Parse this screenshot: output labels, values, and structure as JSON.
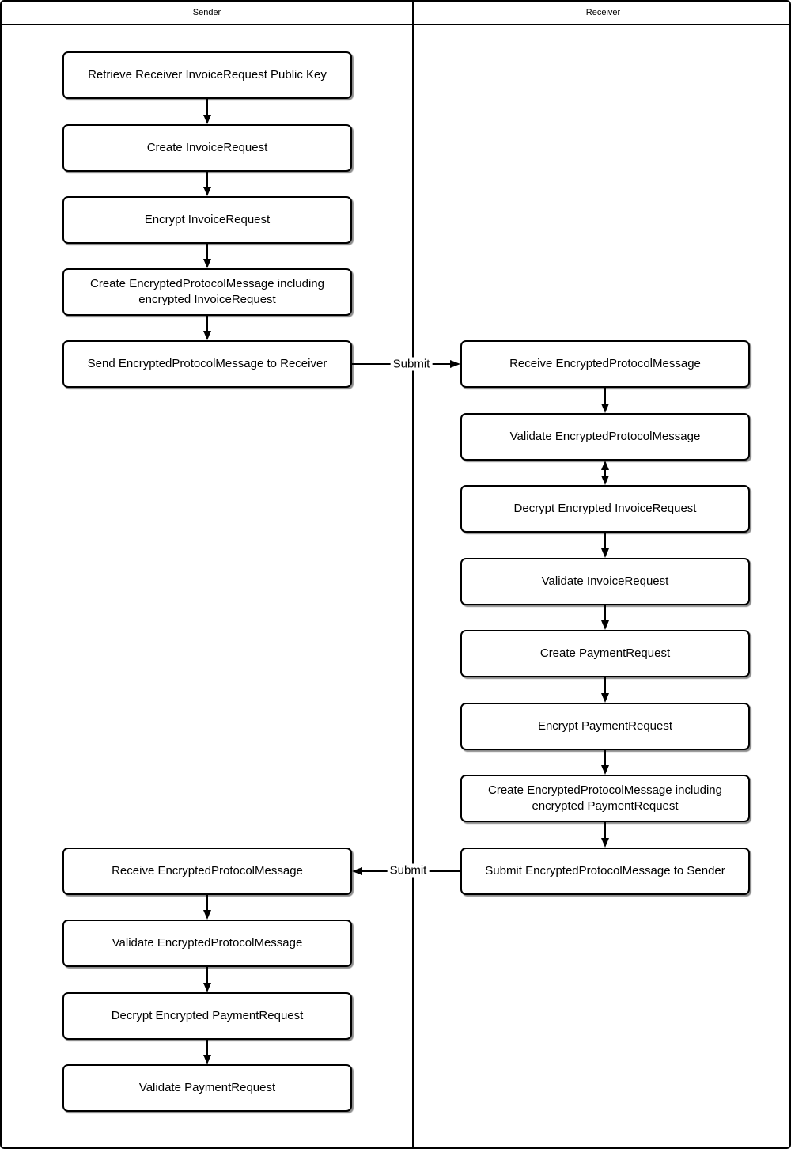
{
  "diagram": {
    "type": "swimlane-flowchart",
    "colors": {
      "background": "#ffffff",
      "stroke": "#000000",
      "node_fill": "#ffffff",
      "text": "#000000"
    },
    "lanes": [
      {
        "id": "sender",
        "label": "Sender"
      },
      {
        "id": "receiver",
        "label": "Receiver"
      }
    ],
    "nodes": {
      "sender": [
        "Retrieve Receiver InvoiceRequest Public Key",
        "Create InvoiceRequest",
        "Encrypt InvoiceRequest",
        "Create EncryptedProtocolMessage including encrypted InvoiceRequest",
        "Send EncryptedProtocolMessage to Receiver",
        "Receive EncryptedProtocolMessage",
        "Validate EncryptedProtocolMessage",
        "Decrypt Encrypted PaymentRequest",
        "Validate PaymentRequest"
      ],
      "receiver": [
        "Receive EncryptedProtocolMessage",
        "Validate EncryptedProtocolMessage",
        "Decrypt Encrypted InvoiceRequest",
        "Validate InvoiceRequest",
        "Create PaymentRequest",
        "Encrypt PaymentRequest",
        "Create EncryptedProtocolMessage including encrypted PaymentRequest",
        "Submit EncryptedProtocolMessage to Sender"
      ]
    },
    "edges": [
      {
        "from": "sender.0",
        "to": "sender.1",
        "type": "arrow"
      },
      {
        "from": "sender.1",
        "to": "sender.2",
        "type": "arrow"
      },
      {
        "from": "sender.2",
        "to": "sender.3",
        "type": "arrow"
      },
      {
        "from": "sender.3",
        "to": "sender.4",
        "type": "arrow"
      },
      {
        "from": "sender.4",
        "to": "receiver.0",
        "type": "arrow",
        "label": "Submit"
      },
      {
        "from": "receiver.0",
        "to": "receiver.1",
        "type": "arrow"
      },
      {
        "from": "receiver.1",
        "to": "receiver.2",
        "type": "double-arrow"
      },
      {
        "from": "receiver.2",
        "to": "receiver.3",
        "type": "arrow"
      },
      {
        "from": "receiver.3",
        "to": "receiver.4",
        "type": "arrow"
      },
      {
        "from": "receiver.4",
        "to": "receiver.5",
        "type": "arrow"
      },
      {
        "from": "receiver.5",
        "to": "receiver.6",
        "type": "arrow"
      },
      {
        "from": "receiver.6",
        "to": "receiver.7",
        "type": "arrow"
      },
      {
        "from": "receiver.7",
        "to": "sender.5",
        "type": "arrow",
        "label": "Submit"
      },
      {
        "from": "sender.5",
        "to": "sender.6",
        "type": "arrow"
      },
      {
        "from": "sender.6",
        "to": "sender.7",
        "type": "arrow"
      },
      {
        "from": "sender.7",
        "to": "sender.8",
        "type": "arrow"
      }
    ],
    "edge_labels": {
      "submit_to_receiver": "Submit",
      "submit_to_sender": "Submit"
    }
  }
}
